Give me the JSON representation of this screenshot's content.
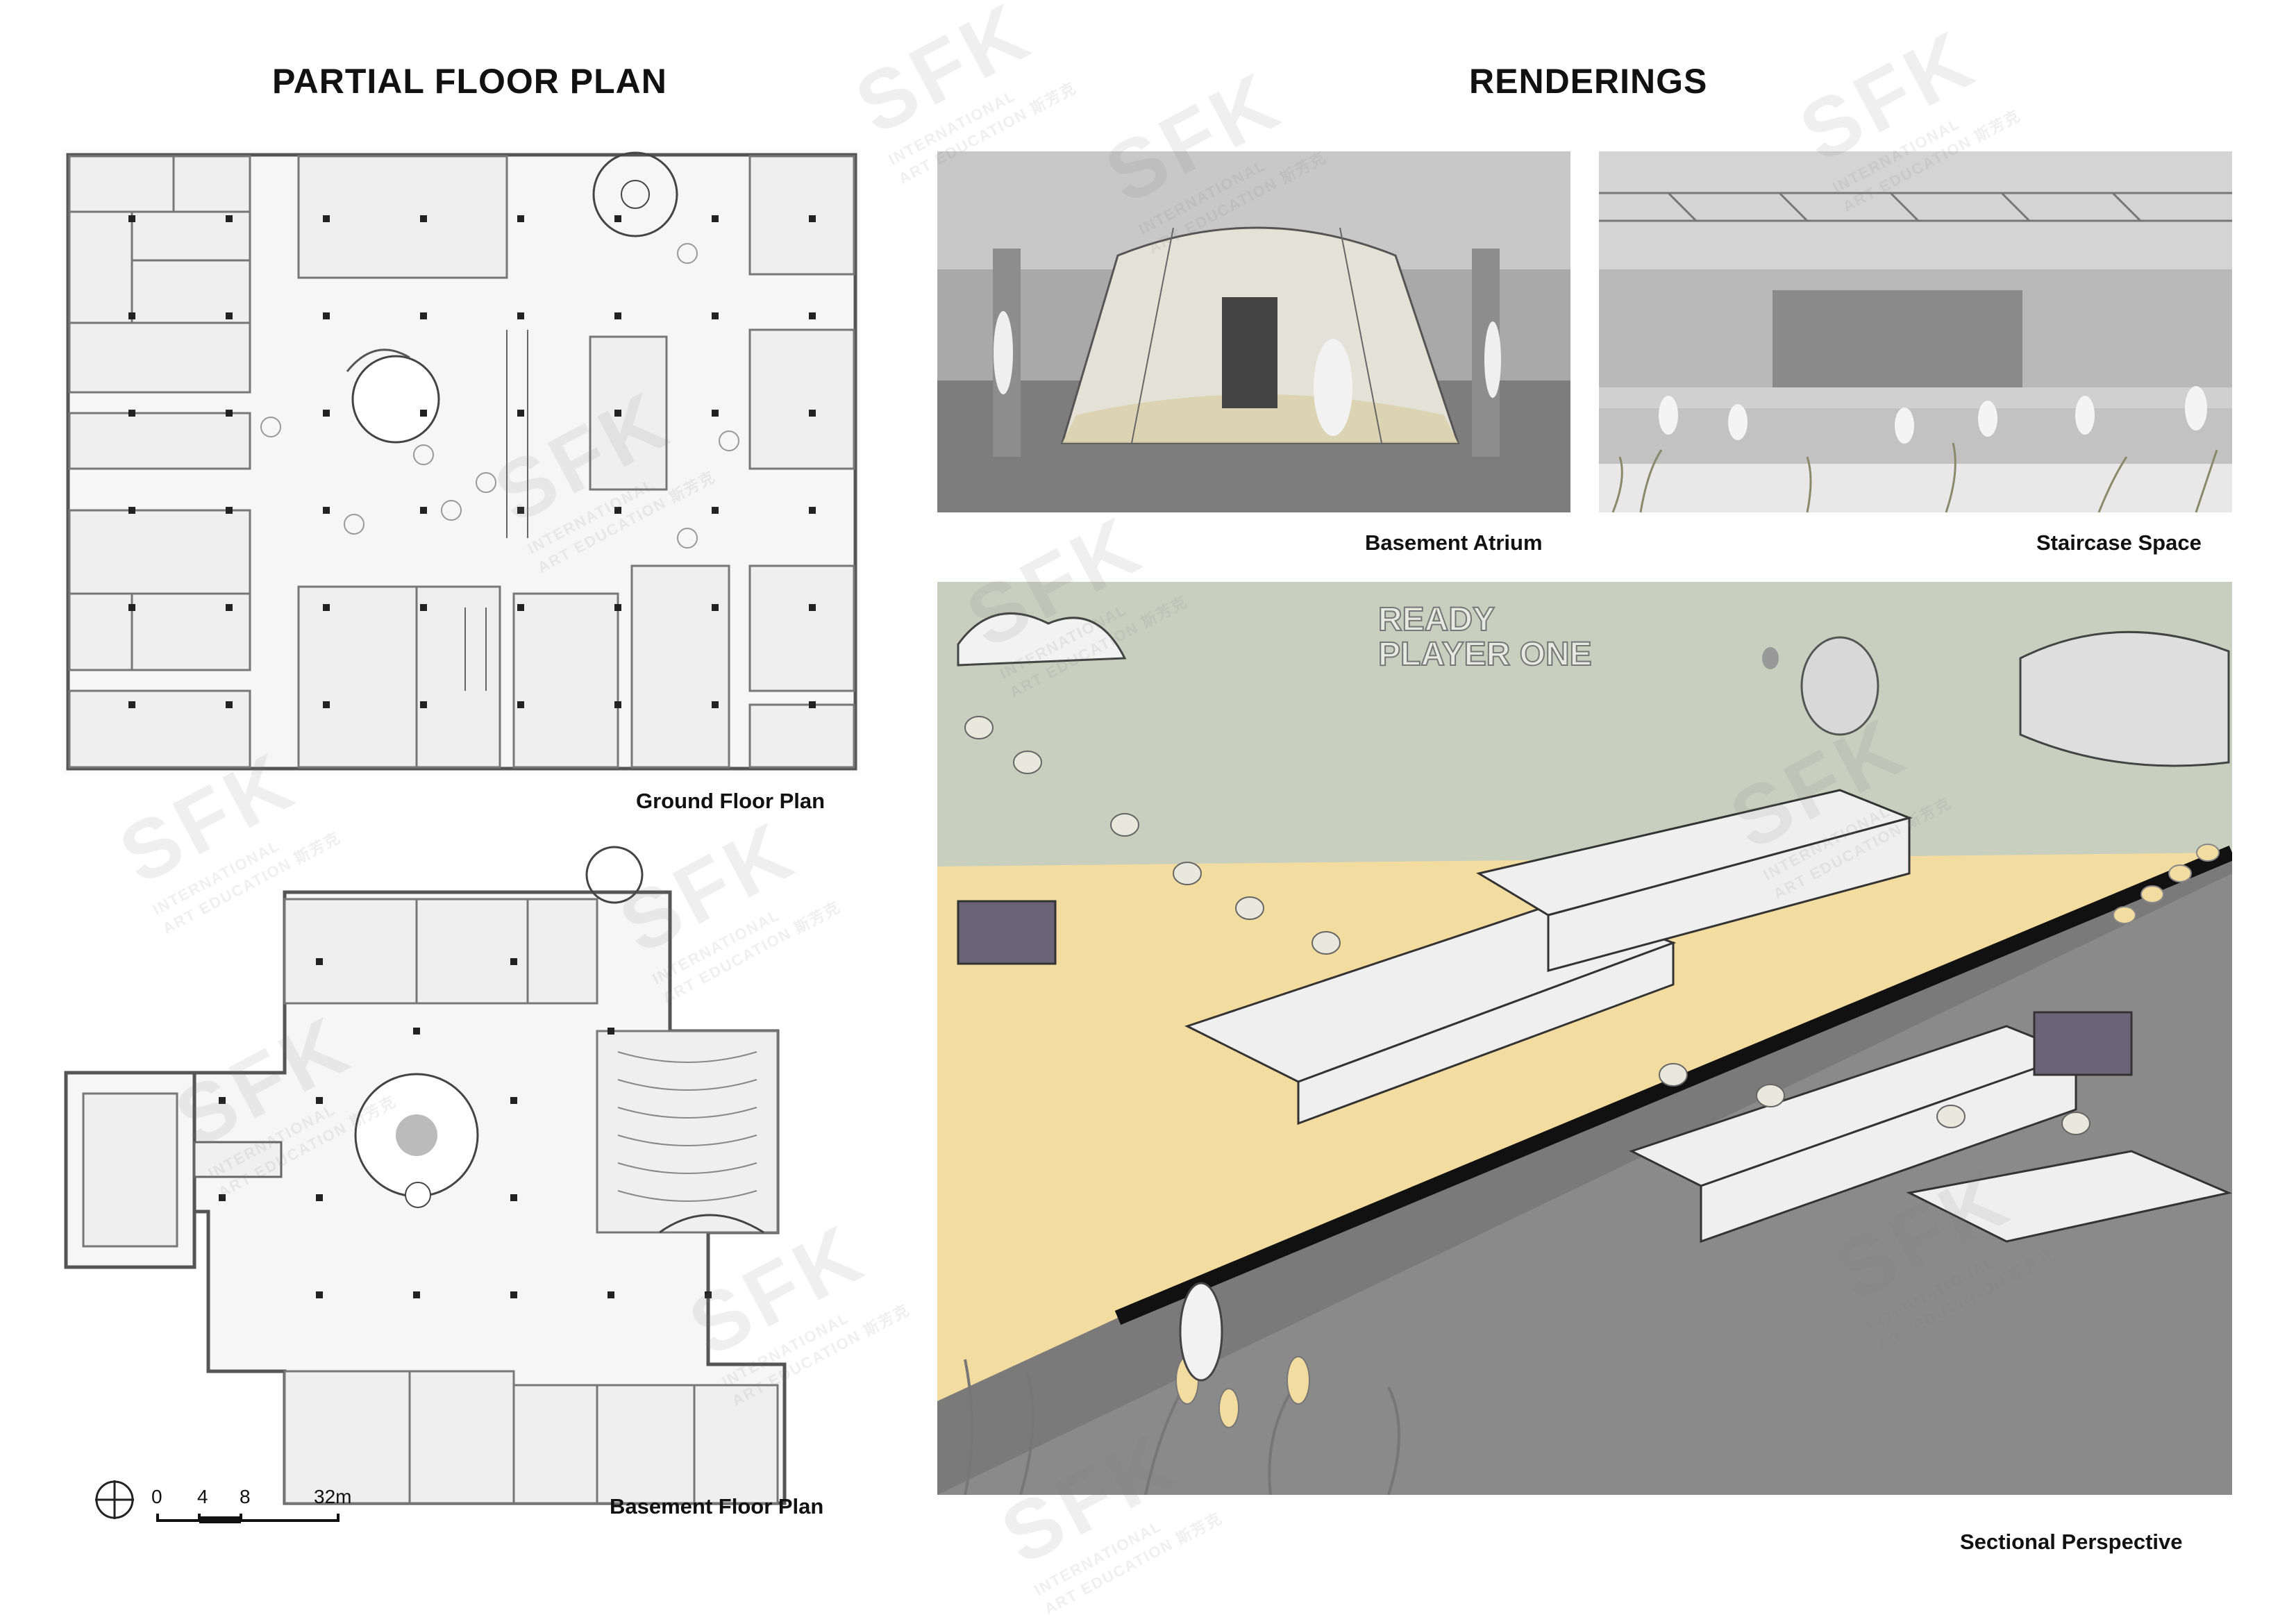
{
  "titles": {
    "left": "PARTIAL FLOOR PLAN",
    "right": "RENDERINGS"
  },
  "captions": {
    "ground_floor": "Ground Floor Plan",
    "basement_floor": "Basement Floor Plan",
    "basement_atrium": "Basement Atrium",
    "staircase_space": "Staircase Space",
    "sectional_perspective": "Sectional Perspective"
  },
  "scale_bar": {
    "ticks": [
      "0",
      "4",
      "8",
      "32m"
    ]
  },
  "sign_texts": {
    "ready_player_one": "READY PLAYER ONE"
  },
  "watermark": {
    "brand": "SFK",
    "line1": "INTERNATIONAL",
    "line2": "ART EDUCATION 斯芳克"
  },
  "colors": {
    "sand": "#f3dca0",
    "sky": "#c9cfbf",
    "ground_dark": "#7a7a7a"
  }
}
